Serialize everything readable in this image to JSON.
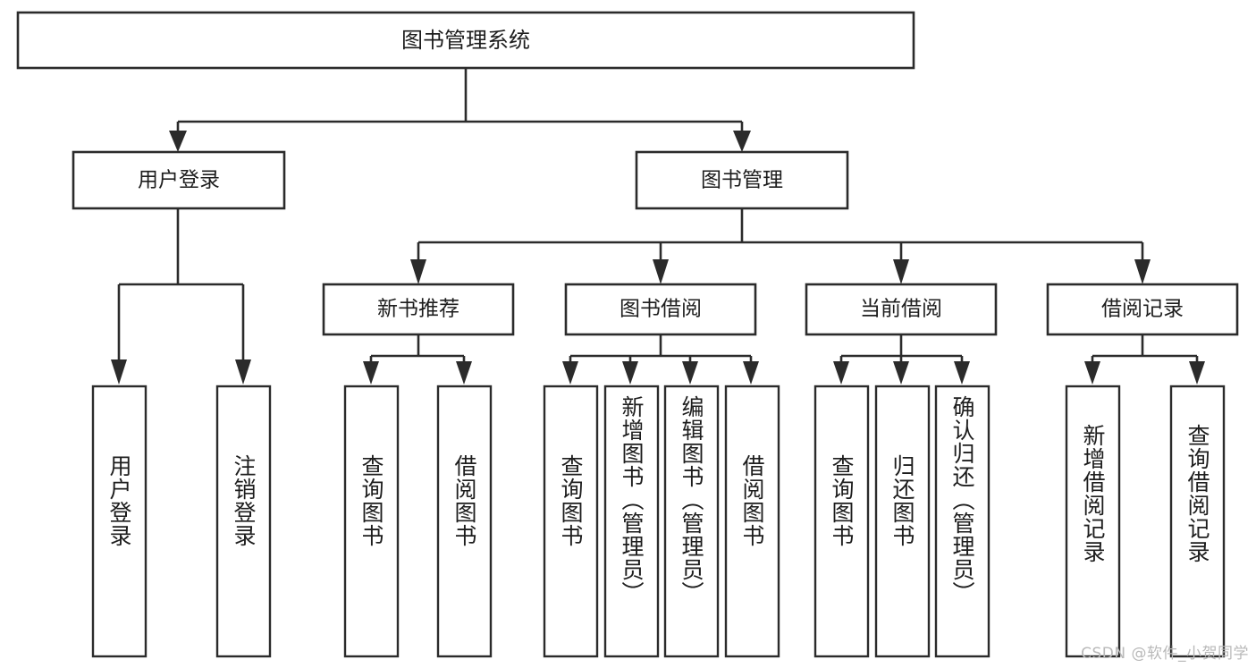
{
  "diagram": {
    "type": "tree",
    "title_node": {
      "id": "root",
      "label": "图书管理系统"
    },
    "level1": [
      {
        "id": "user-login",
        "label": "用户登录"
      },
      {
        "id": "book-manage",
        "label": "图书管理"
      }
    ],
    "level2": [
      {
        "id": "new-book-rec",
        "label": "新书推荐",
        "parent": "book-manage"
      },
      {
        "id": "book-borrow",
        "label": "图书借阅",
        "parent": "book-manage"
      },
      {
        "id": "current-borrow",
        "label": "当前借阅",
        "parent": "book-manage"
      },
      {
        "id": "borrow-record",
        "label": "借阅记录",
        "parent": "book-manage"
      }
    ],
    "leaves": [
      {
        "id": "leaf-user-login",
        "label": "用户登录",
        "parent": "user-login"
      },
      {
        "id": "leaf-logout",
        "label": "注销登录",
        "parent": "user-login"
      },
      {
        "id": "leaf-query-book-rec",
        "label": "查询图书",
        "parent": "new-book-rec"
      },
      {
        "id": "leaf-borrow-book-rec",
        "label": "借阅图书",
        "parent": "new-book-rec"
      },
      {
        "id": "leaf-query-book-b",
        "label": "查询图书",
        "parent": "book-borrow"
      },
      {
        "id": "leaf-add-book",
        "label": "新增图书（管理员）",
        "parent": "book-borrow"
      },
      {
        "id": "leaf-edit-book",
        "label": "编辑图书（管理员）",
        "parent": "book-borrow"
      },
      {
        "id": "leaf-borrow-book-b",
        "label": "借阅图书",
        "parent": "book-borrow"
      },
      {
        "id": "leaf-query-book-c",
        "label": "查询图书",
        "parent": "current-borrow"
      },
      {
        "id": "leaf-return-book",
        "label": "归还图书",
        "parent": "current-borrow"
      },
      {
        "id": "leaf-confirm-return",
        "label": "确认归还（管理员）",
        "parent": "current-borrow"
      },
      {
        "id": "leaf-add-record",
        "label": "新增借阅记录",
        "parent": "borrow-record"
      },
      {
        "id": "leaf-query-record",
        "label": "查询借阅记录",
        "parent": "borrow-record"
      }
    ],
    "colors": {
      "stroke": "#2b2b2b",
      "fill": "#ffffff",
      "text": "#1d1d1d",
      "watermark": "#b9b9b9"
    }
  },
  "watermark": {
    "text": "CSDN @软件_小贺同学"
  }
}
